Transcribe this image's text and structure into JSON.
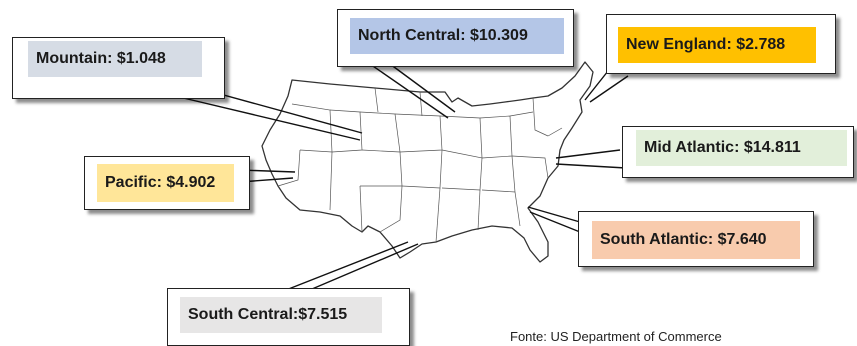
{
  "regions": [
    {
      "name": "Mountain",
      "text": "Mountain: $1.048",
      "color": "#d6dce5"
    },
    {
      "name": "North Central",
      "text": "North Central: $10.309",
      "color": "#b4c6e7"
    },
    {
      "name": "New England",
      "text": "New England: $2.788",
      "color": "#ffc000"
    },
    {
      "name": "Pacific",
      "text": "Pacific: $4.902",
      "color": "#ffe699"
    },
    {
      "name": "Mid Atlantic",
      "text": "Mid Atlantic: $14.811",
      "color": "#e2efda"
    },
    {
      "name": "South Atlantic",
      "text": "South Atlantic: $7.640",
      "color": "#f8cbad"
    },
    {
      "name": "South Central",
      "text": "South Central:$7.515",
      "color": "#e7e6e6"
    }
  ],
  "source": "Fonte: US Department of Commerce"
}
